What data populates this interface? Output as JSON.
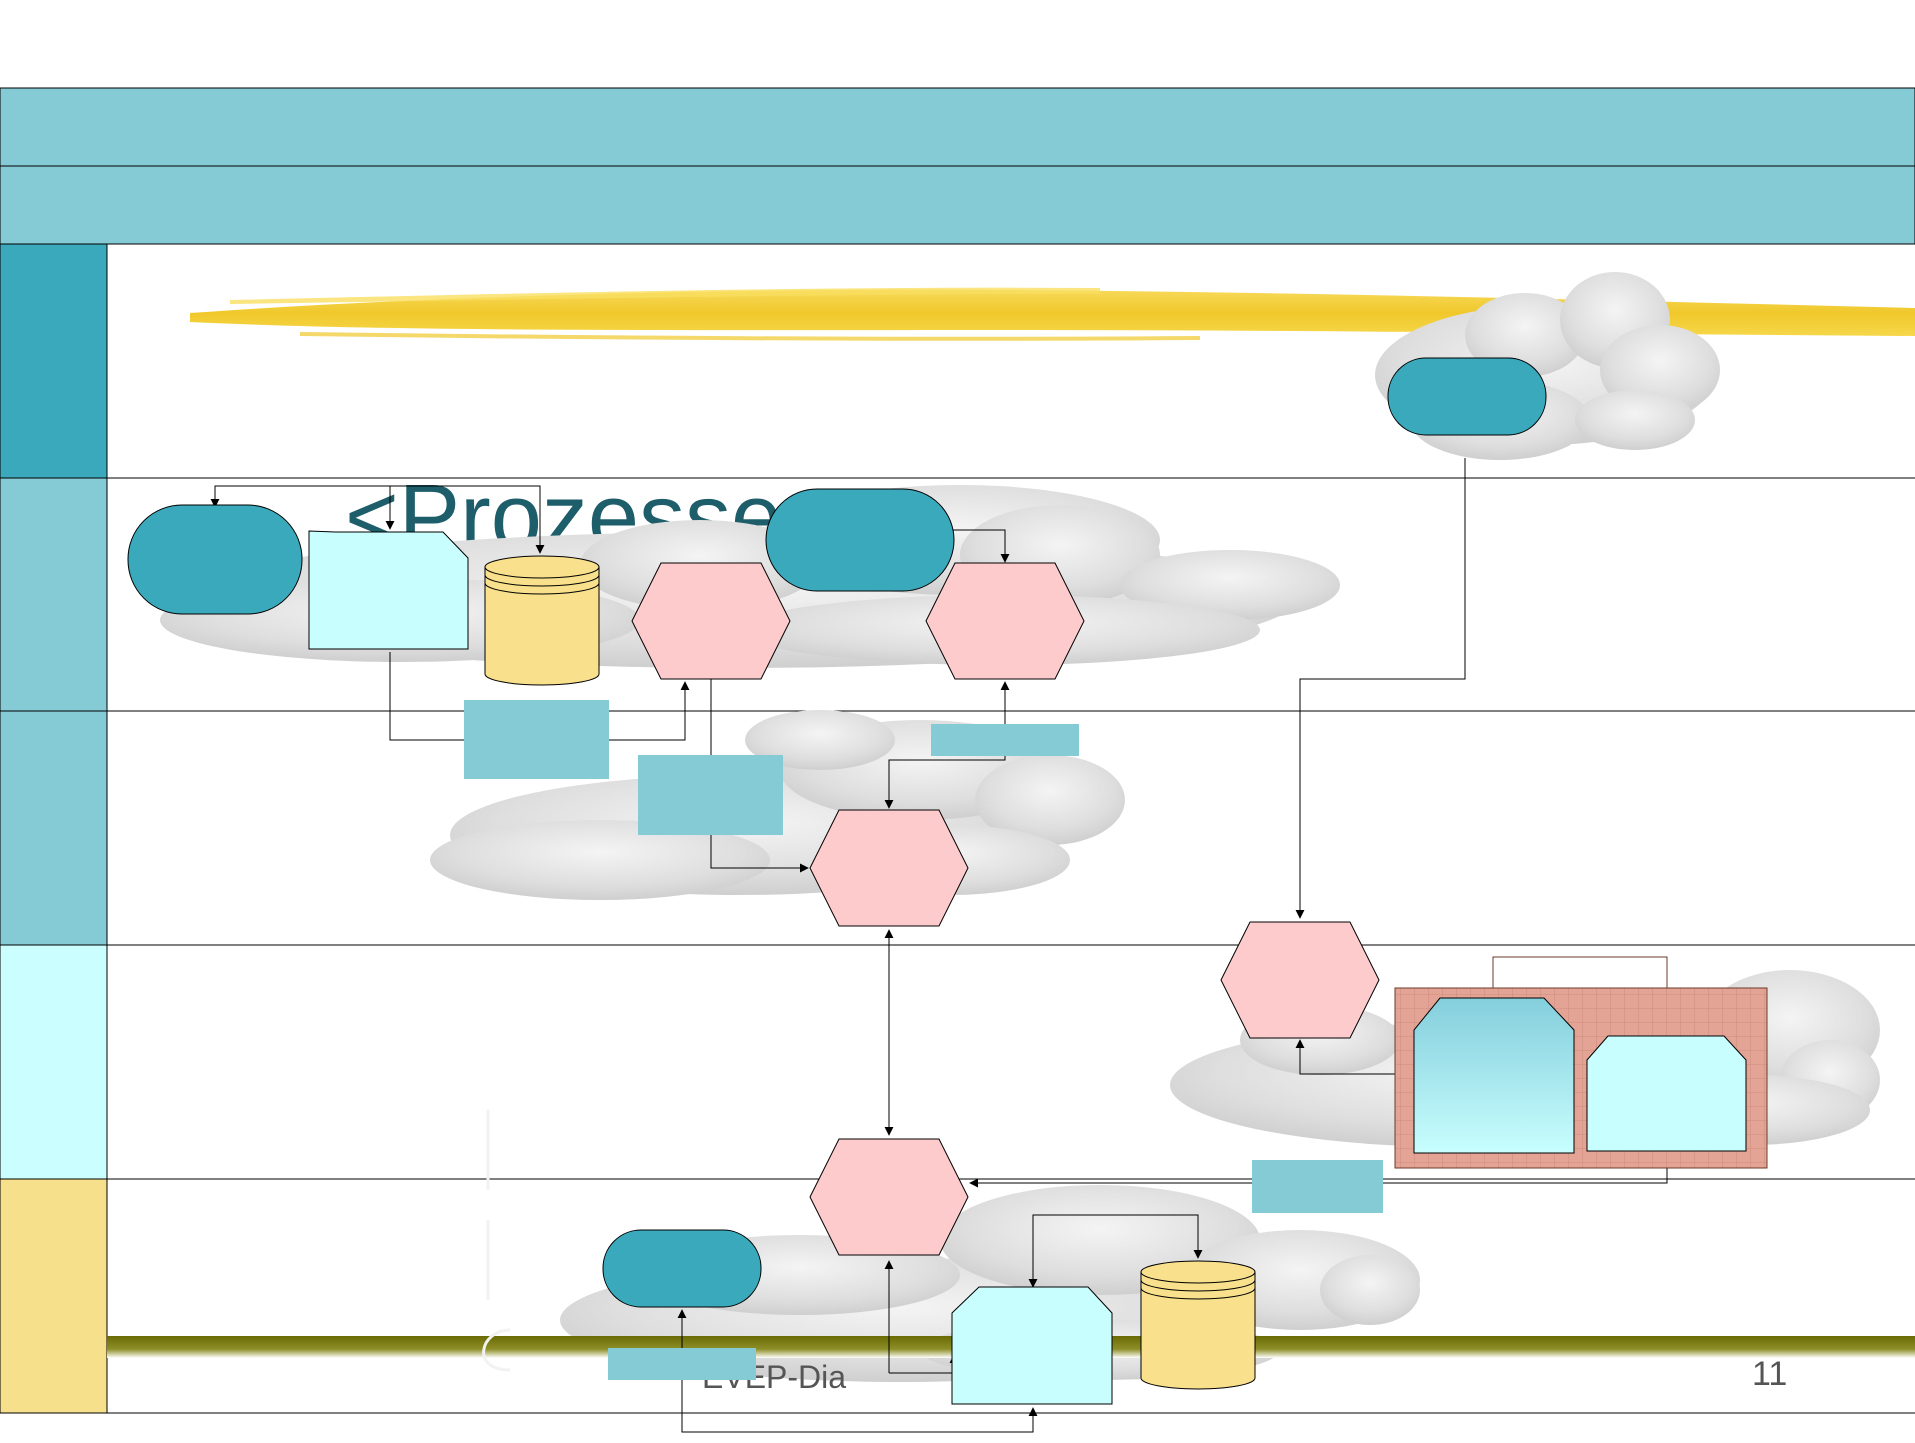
{
  "slide": {
    "title_fragment": "<Prozesse",
    "footer_fragment": "EVEP-Dia",
    "page_number": "11"
  },
  "colors": {
    "header_band": "#85CBD6",
    "lane_label_dark": "#3BA9BC",
    "lane_label_mid": "#85CBD6",
    "lane_label_light": "#CBFEFE",
    "lane_label_yellow": "#F7E08C",
    "event": "#3BA9BC",
    "function": "#FDCBCB",
    "document": "#C8FEFE",
    "database": "#F8E08C",
    "info_label": "#85CBD6",
    "cluster": "#E3A496",
    "accent_line": "#F2CC30",
    "footer_bar": "#7A7A10"
  },
  "icons": [
    "cloud-icon",
    "event-shape",
    "function-hexagon",
    "document-shape",
    "database-cylinder"
  ]
}
